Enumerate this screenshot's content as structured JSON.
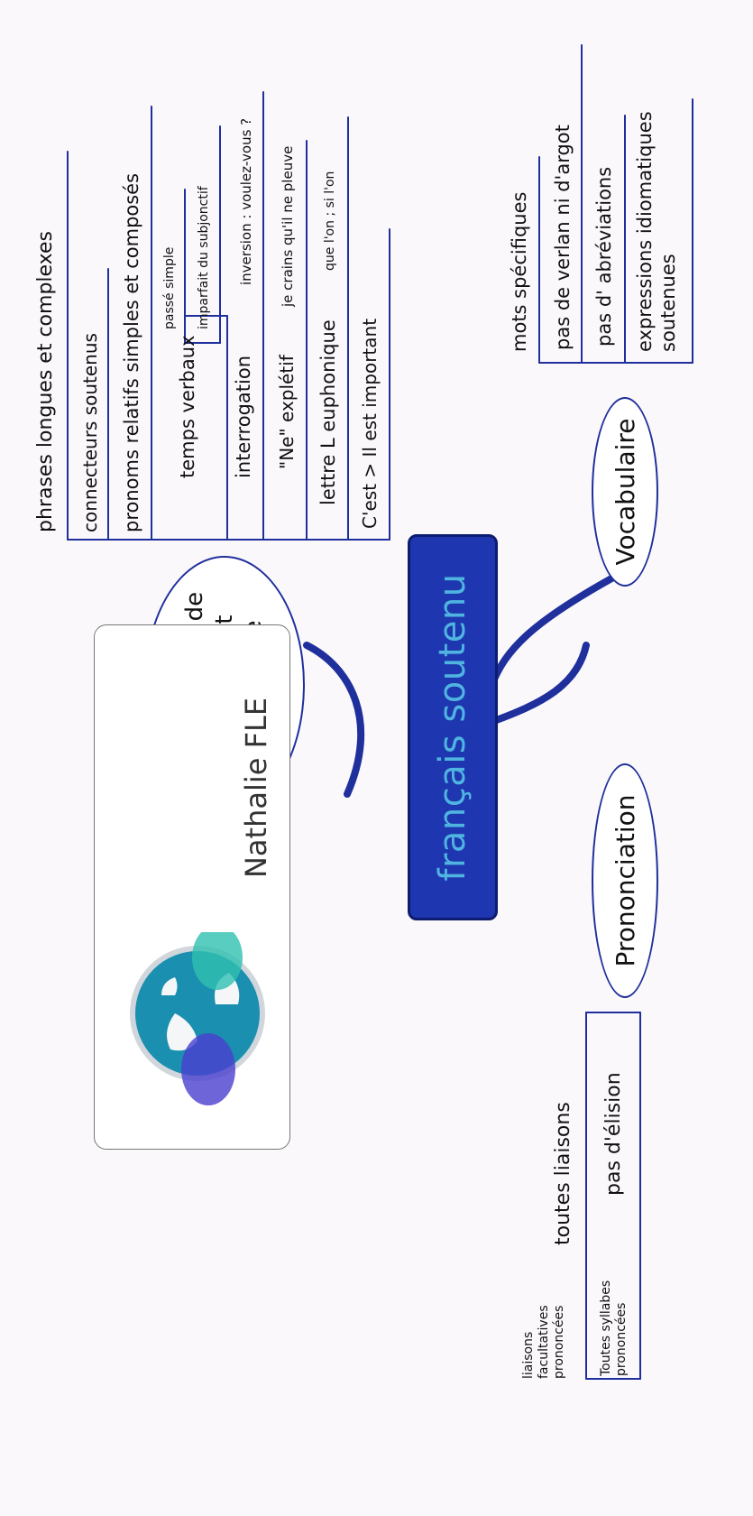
{
  "central": "français soutenu",
  "branches": {
    "construction": {
      "title": "Construction de\nla phrase et\ngrammaire",
      "items": {
        "phrases": "phrases longues et complexes",
        "connecteurs": "connecteurs soutenus",
        "pronoms": "pronoms relatifs simples et composés",
        "temps": "temps verbaux",
        "passe": "passé simple",
        "imparfait": "imparfait du subjonctif",
        "interrogation": "interrogation",
        "inversion": "inversion : voulez-vous ?",
        "ne": "\"Ne\" explétif",
        "crains": "je crains qu'il ne pleuve",
        "lettre": "lettre L euphonique",
        "quelon": "que l'on ; si l'on",
        "cest": "C'est > Il est important"
      }
    },
    "vocabulaire": {
      "title": "Vocabulaire",
      "items": {
        "mots": "mots spécifiques",
        "verlan": "pas de verlan ni d'argot",
        "abrev": "pas d' abréviations",
        "expr": "expressions idiomatiques\nsoutenues"
      }
    },
    "prononciation": {
      "title": "Prononciation",
      "items": {
        "liaisons": "toutes liaisons",
        "facult": "liaisons\nfacultatives\nprononcées",
        "elision": "pas d'élision",
        "syllabes": "Toutes syllabes\nprononcées"
      }
    }
  },
  "logo": {
    "label": "Nathalie FLE"
  },
  "colors": {
    "line": "#1f2f9c",
    "central_fill": "#1e36b0",
    "central_text": "#4fb4e0"
  }
}
